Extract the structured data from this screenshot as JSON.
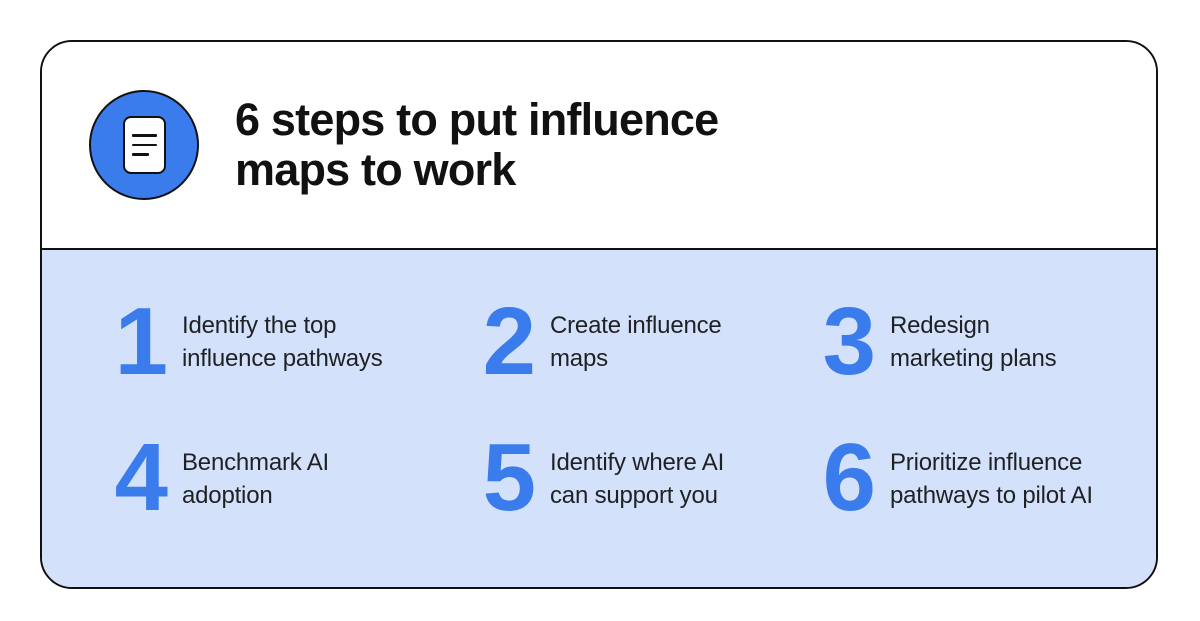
{
  "card": {
    "colors": {
      "accent_blue": "#3B7CEC",
      "body_background": "#D3E1FA",
      "card_background": "#FFFFFF",
      "outline": "#111111",
      "text": "#1F2124"
    },
    "header": {
      "icon": "document-icon",
      "title_lines": [
        "6 steps to put influence",
        "maps to work"
      ]
    },
    "steps": [
      {
        "number": "1",
        "lines": [
          "Identify the top",
          "influence pathways"
        ]
      },
      {
        "number": "2",
        "lines": [
          "Create influence",
          "maps"
        ]
      },
      {
        "number": "3",
        "lines": [
          "Redesign",
          "marketing plans"
        ]
      },
      {
        "number": "4",
        "lines": [
          "Benchmark AI",
          "adoption"
        ]
      },
      {
        "number": "5",
        "lines": [
          "Identify where AI",
          "can support you"
        ]
      },
      {
        "number": "6",
        "lines": [
          "Prioritize influence",
          "pathways to pilot AI"
        ]
      }
    ]
  }
}
